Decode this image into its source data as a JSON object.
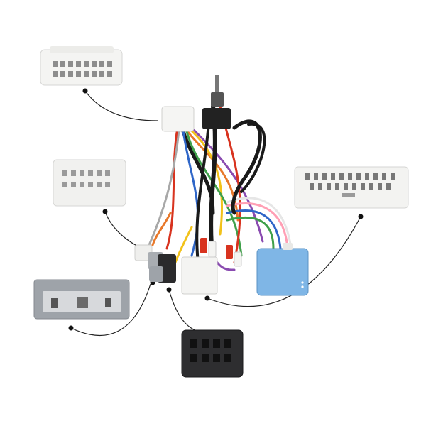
{
  "scene": {
    "background": "#ffffff",
    "wire_colors": [
      "#1a1a1a",
      "#e8782a",
      "#f2c21a",
      "#d8331f",
      "#2f66c8",
      "#3fa04a",
      "#a8a8a8",
      "#8a4bb0",
      "#ff9fb4",
      "#ffffff"
    ],
    "connectors": [
      {
        "id": "white-24pin-top",
        "color": "#f4f4f2"
      },
      {
        "id": "white-16pin-left",
        "color": "#f1f1ef"
      },
      {
        "id": "grey-connector-bottom-left",
        "color": "#9ea3a9"
      },
      {
        "id": "black-connector-bottom",
        "color": "#2e2e30"
      },
      {
        "id": "white-wide-connector-right",
        "color": "#f3f3f1"
      },
      {
        "id": "blue-canbus-box",
        "color": "#7fb6e6"
      }
    ]
  }
}
